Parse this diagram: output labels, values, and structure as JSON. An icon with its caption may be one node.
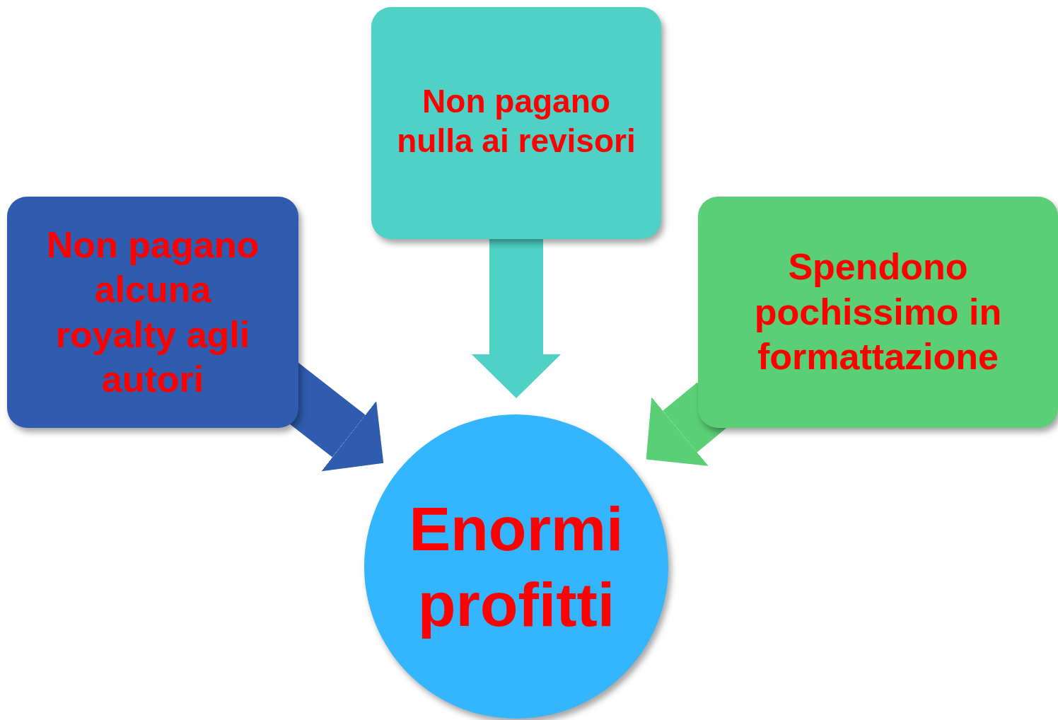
{
  "diagram": {
    "nodes": [
      {
        "text": [
          "Non pagano alcuna royalty agli autori"
        ]
      },
      {
        "text": [
          "Non pagano nulla ai revisori"
        ]
      },
      {
        "text": [
          "Spendono pochissimo in formattazione"
        ]
      },
      {
        "text": [
          "Enormi profitti"
        ]
      }
    ],
    "edges": [
      {
        "from": 0,
        "to": 3,
        "arrow": "to",
        "color": "#2f5cae"
      },
      {
        "from": 1,
        "to": 3,
        "arrow": "to",
        "color": "#4fd1c5"
      },
      {
        "from": 2,
        "to": 3,
        "arrow": "to",
        "color": "#5acf76"
      }
    ]
  }
}
